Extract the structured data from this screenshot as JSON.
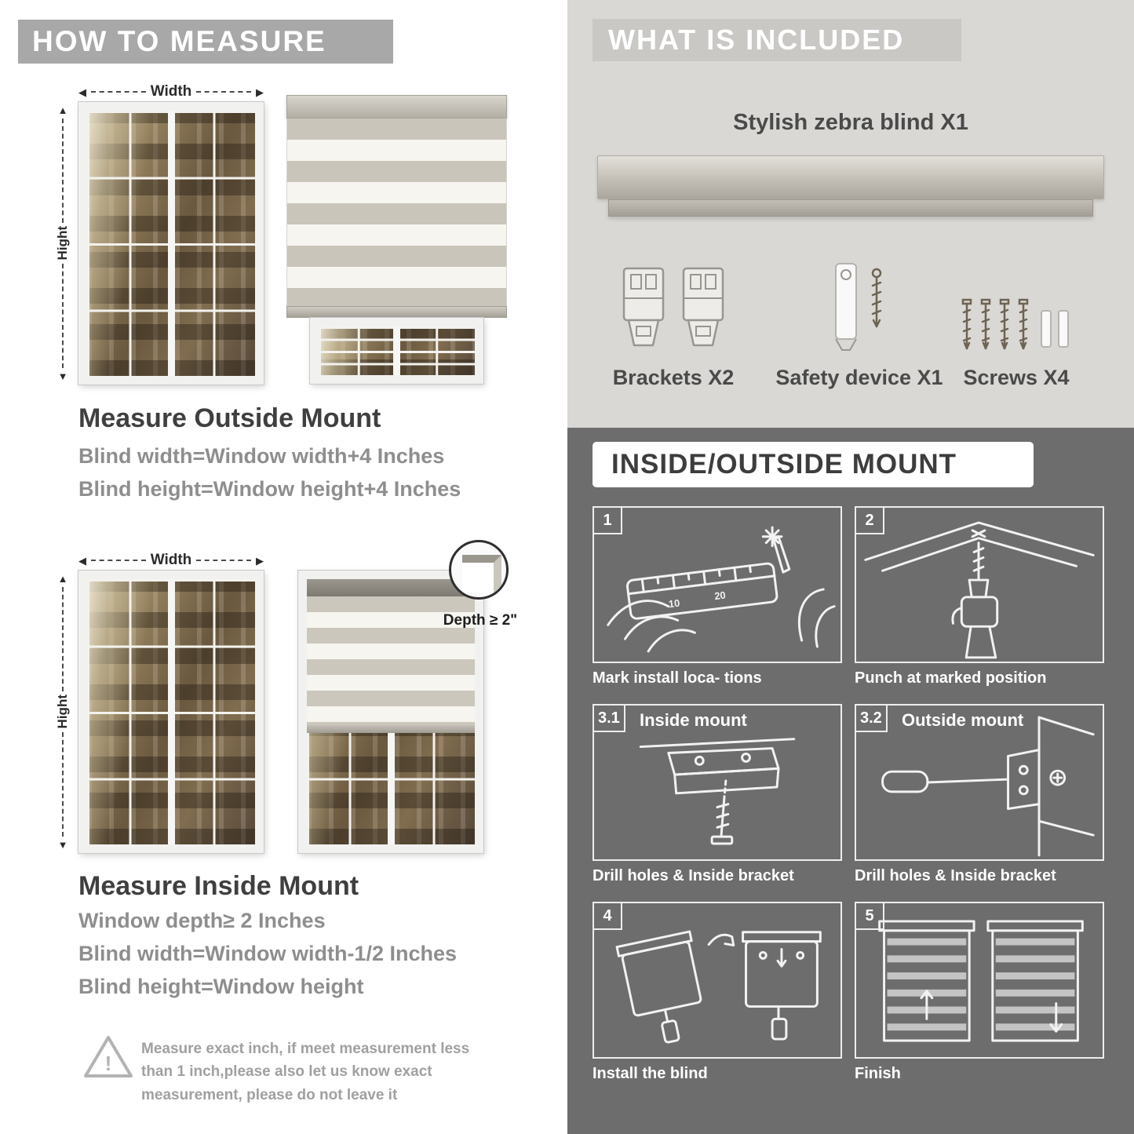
{
  "colors": {
    "banner_gray": "#a8a8a8",
    "panel_light": "#d9d8d5",
    "panel_dark": "#6d6d6d",
    "title_dark": "#3f3f3f",
    "spec_gray": "#8e8e8e"
  },
  "how_to_measure": {
    "header": "HOW TO MEASURE",
    "width_label": "Width",
    "height_label": "Hight",
    "outside": {
      "title": "Measure Outside Mount",
      "specs": [
        "Blind width=Window width+4 Inches",
        "Blind height=Window height+4 Inches"
      ]
    },
    "inside": {
      "title": "Measure Inside Mount",
      "depth_callout": "Depth ≥ 2\"",
      "specs": [
        "Window depth≥ 2 Inches",
        "Blind width=Window width-1/2 Inches",
        "Blind height=Window height"
      ]
    },
    "warning_note": "Measure exact inch, if meet measurement less than 1 inch,please also let us know exact measurement, please do not leave it"
  },
  "what_is_included": {
    "header": "WHAT IS INCLUDED",
    "blind_label": "Stylish zebra blind X1",
    "items": [
      {
        "name": "brackets",
        "label": "Brackets X2"
      },
      {
        "name": "safety-device",
        "label": "Safety device X1"
      },
      {
        "name": "screws",
        "label": "Screws X4"
      }
    ]
  },
  "mount_guide": {
    "header": "INSIDE/OUTSIDE MOUNT",
    "steps": [
      {
        "num": "1",
        "title": "",
        "caption": "Mark install loca- tions",
        "ruler_marks": [
          "10",
          "20"
        ]
      },
      {
        "num": "2",
        "title": "",
        "caption": "Punch at  marked position"
      },
      {
        "num": "3.1",
        "title": "Inside mount",
        "caption": "Drill holes &  Inside bracket"
      },
      {
        "num": "3.2",
        "title": "Outside mount",
        "caption": "Drill holes &  Inside bracket"
      },
      {
        "num": "4",
        "title": "",
        "caption": "Install the blind"
      },
      {
        "num": "5",
        "title": "",
        "caption": "Finish"
      }
    ]
  }
}
